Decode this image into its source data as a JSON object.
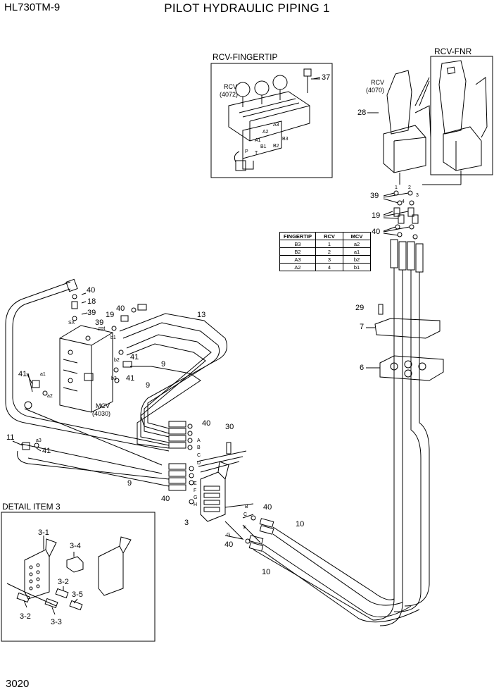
{
  "header": {
    "model": "HL730TM-9",
    "title": "PILOT HYDRAULIC PIPING 1"
  },
  "page_number": "3020",
  "boxes": {
    "rcv_fingertip": "RCV-FINGERTIP",
    "rcv_fnr": "RCV-FNR",
    "detail_item3": "DETAIL ITEM 3"
  },
  "components": {
    "rcv_fingertip_name": "RCV",
    "rcv_fingertip_code": "(4072)",
    "rcv_main_name": "RCV",
    "rcv_main_code": "(4070)",
    "mcv_name": "MCV",
    "mcv_code": "(4030)"
  },
  "table": {
    "headers": [
      "FINGERTIP",
      "RCV",
      "MCV"
    ],
    "rows": [
      [
        "B3",
        "1",
        "a2"
      ],
      [
        "B2",
        "2",
        "a1"
      ],
      [
        "A3",
        "3",
        "b2"
      ],
      [
        "A2",
        "4",
        "b1"
      ]
    ]
  },
  "callouts": {
    "c37": "37",
    "c28": "28",
    "c39": "39",
    "c19": "19",
    "c40": "40",
    "c29": "29",
    "c7": "7",
    "c6": "6",
    "c40a": "40",
    "c18": "18",
    "c39a": "39",
    "c19a": "19",
    "c40b": "40",
    "c13": "13",
    "c39b": "39",
    "c41a": "41",
    "c9a": "9",
    "c41b": "41",
    "c9b": "9",
    "c41c": "41",
    "c11": "11",
    "c41d": "41",
    "c40c": "40",
    "c30": "30",
    "c9c": "9",
    "c40d": "40",
    "c3": "3",
    "c40e": "40",
    "c10a": "10",
    "c40f": "40",
    "c10b": "10",
    "d31": "3-1",
    "d34": "3-4",
    "d32a": "3-2",
    "d35": "3-5",
    "d32b": "3-2",
    "d33": "3-3"
  },
  "port_labels": {
    "sx": "SX",
    "pst": "pst",
    "b1": "b1",
    "b2": "b2",
    "b3": "b3",
    "a1": "a1",
    "a2": "a2",
    "a3": "a3",
    "A3": "A3",
    "A2": "A2",
    "A1": "A1",
    "B1": "B1",
    "B2": "B2",
    "B3": "B3",
    "P": "P",
    "T": "T",
    "n1": "1",
    "n2": "2",
    "n3": "3",
    "n4": "4",
    "mA": "A",
    "mB": "B",
    "mC": "C",
    "mD": "D",
    "mE": "E",
    "mF": "F",
    "mG": "G",
    "mH": "H",
    "lB": "B",
    "lC": "C",
    "lF": "F",
    "lG": "G"
  }
}
